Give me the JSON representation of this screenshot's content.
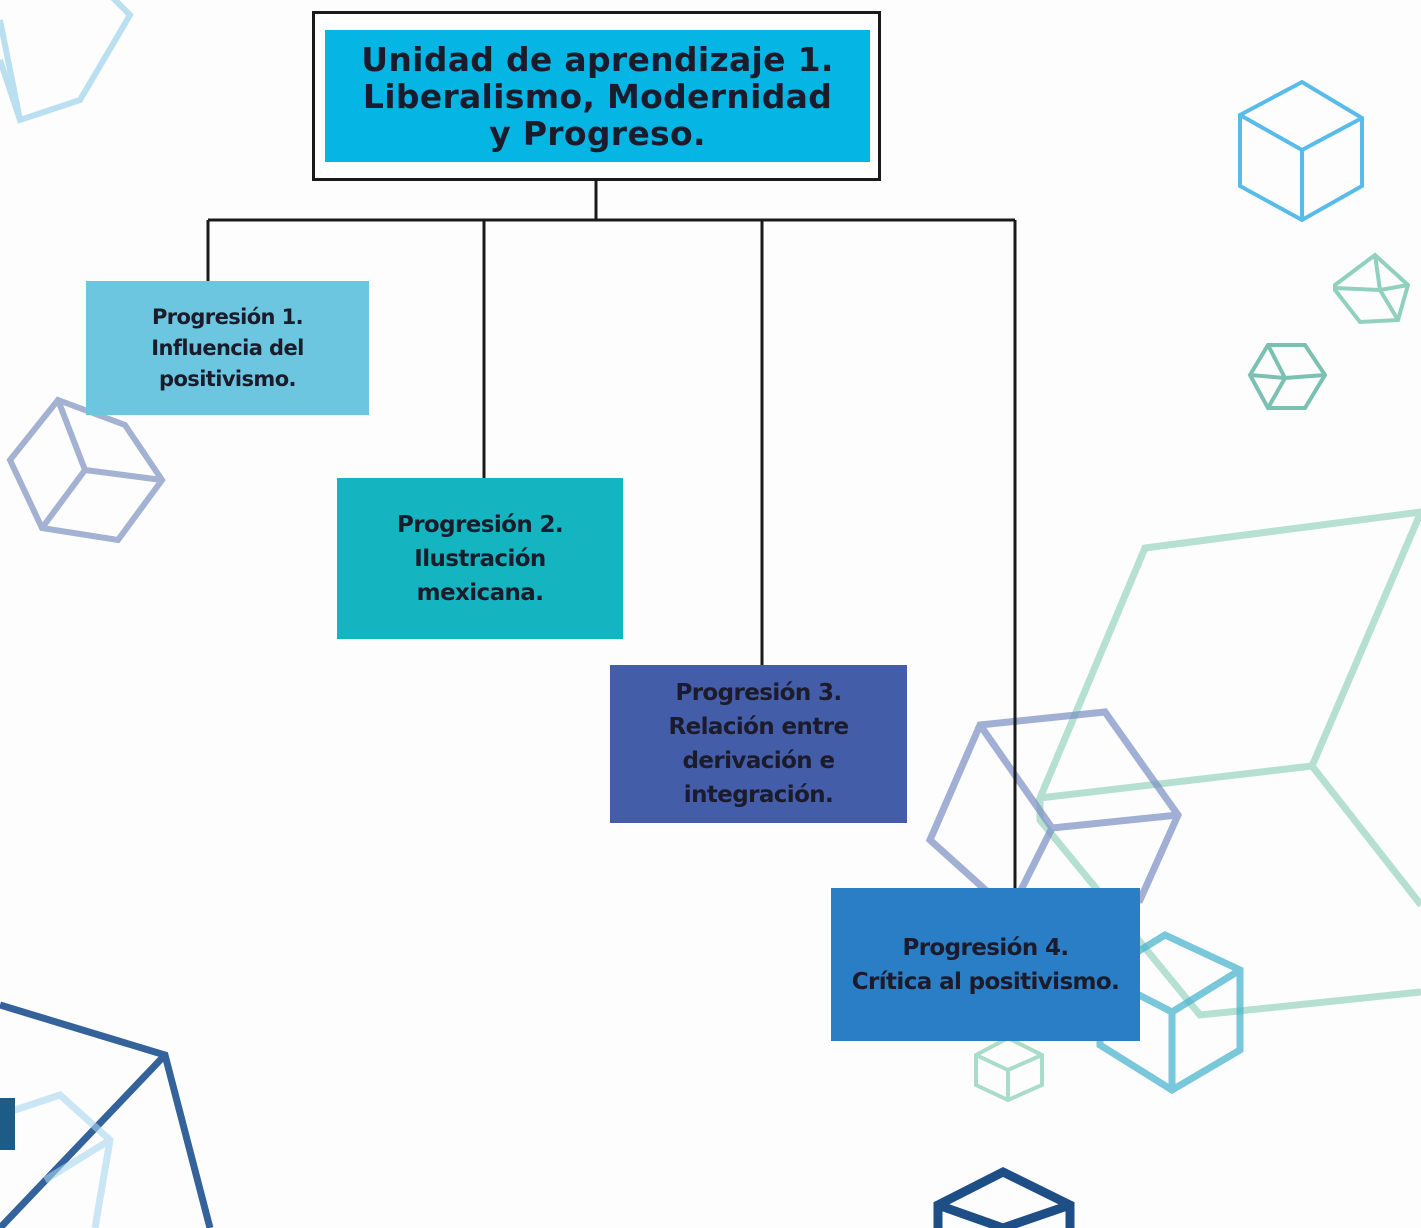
{
  "title": "Unidad de aprendizaje 1.\nLiberalismo, Modernidad\ny Progreso.",
  "progressions": [
    {
      "text": "Progresión 1.\nInfluencia del\npositivismo.",
      "color": "#6cc6e0"
    },
    {
      "text": "Progresión 2.\nIlustración\nmexicana.",
      "color": "#15b4c1"
    },
    {
      "text": "Progresión 3.\nRelación entre\nderivación e\nintegración.",
      "color": "#435da8"
    },
    {
      "text": "Progresión 4.\nCrítica al positivismo.",
      "color": "#2a7ec6"
    }
  ],
  "colors": {
    "title_fill": "#05b5e3",
    "connector": "#1a1a1a",
    "background": "#fdfdfd"
  }
}
